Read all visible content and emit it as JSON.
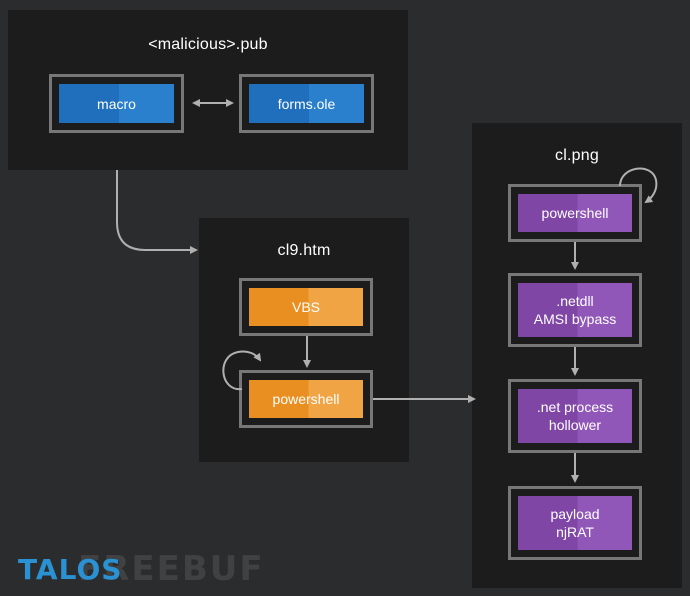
{
  "panels": {
    "publisher": {
      "title": "<malicious>.pub",
      "nodes": {
        "macro": "macro",
        "forms": "forms.ole"
      }
    },
    "htm": {
      "title": "cl9.htm",
      "nodes": {
        "vbs": "VBS",
        "powershell": "powershell"
      }
    },
    "png": {
      "title": "cl.png",
      "nodes": {
        "powershell": [
          "powershell"
        ],
        "netdll": [
          ".netdll",
          "AMSI bypass"
        ],
        "hollower": [
          ".net process",
          "hollower"
        ],
        "payload": [
          "payload",
          "njRAT"
        ]
      }
    }
  },
  "branding": {
    "logo": "TALOS",
    "watermark": "FREEBUF"
  },
  "colors": {
    "background": "#2b2c2e",
    "panel": "#1c1c1d",
    "node_border": "#777777",
    "blue": "#1f6fbd",
    "orange": "#e98e20",
    "purple": "#7f46a6",
    "connector": "#b0b0b0",
    "logo": "#2a92d2"
  }
}
